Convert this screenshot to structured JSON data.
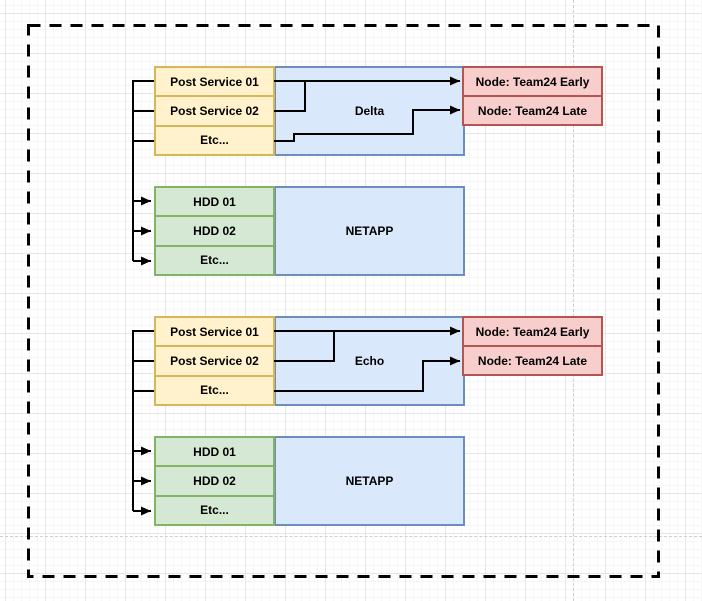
{
  "colors": {
    "yellow-fill": "#fff2cc",
    "yellow-stroke": "#d6b656",
    "green-fill": "#d5e8d4",
    "green-stroke": "#82b366",
    "blue-fill": "#dae8fc",
    "blue-stroke": "#6c8ebf",
    "red-fill": "#f8cecc",
    "red-stroke": "#b85450",
    "line": "#000000"
  },
  "clusters": [
    {
      "services": [
        "Post Service 01",
        "Post Service 02",
        "Etc..."
      ],
      "compute": "Delta",
      "nodes": [
        "Node: Team24 Early",
        "Node: Team24 Late"
      ],
      "disks": [
        "HDD 01",
        "HDD 02",
        "Etc..."
      ],
      "storage": "NETAPP"
    },
    {
      "services": [
        "Post Service 01",
        "Post Service 02",
        "Etc..."
      ],
      "compute": "Echo",
      "nodes": [
        "Node: Team24 Early",
        "Node: Team24 Late"
      ],
      "disks": [
        "HDD 01",
        "HDD 02",
        "Etc..."
      ],
      "storage": "NETAPP"
    }
  ]
}
